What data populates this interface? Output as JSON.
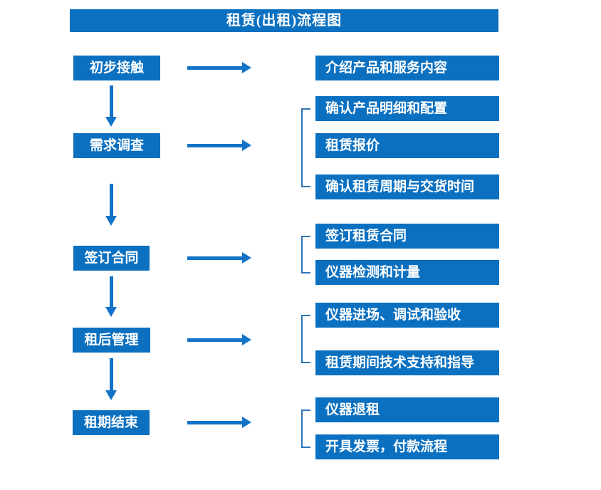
{
  "title": "租赁(出租)流程图",
  "colors": {
    "box_fill": "#0b70c0",
    "arrow": "#1273c7",
    "bracket": "#2e75b6",
    "text": "#ffffff",
    "background": "#ffffff"
  },
  "stages": [
    {
      "label": "初步接触",
      "outputs": [
        "介绍产品和服务内容"
      ]
    },
    {
      "label": "需求调查",
      "outputs": [
        "确认产品明细和配置",
        "租赁报价",
        "确认租赁周期与交货时间"
      ]
    },
    {
      "label": "签订合同",
      "outputs": [
        "签订租赁合同",
        "仪器检测和计量"
      ]
    },
    {
      "label": "租后管理",
      "outputs": [
        "仪器进场、调试和验收",
        "租赁期间技术支持和指导"
      ]
    },
    {
      "label": "租期结束",
      "outputs": [
        "仪器退租",
        "开具发票，付款流程"
      ]
    }
  ]
}
